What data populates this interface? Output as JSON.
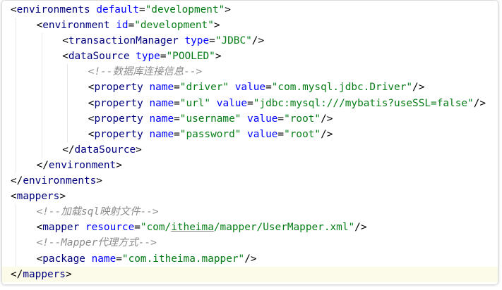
{
  "editor": {
    "language": "xml",
    "current_line": 18,
    "colors": {
      "tag": "#00007f",
      "attribute": "#0000ff",
      "value": "#067d17",
      "comment": "#8c8c8c",
      "current_line_bg": "#fcfae8"
    },
    "lines": [
      {
        "indent": 0,
        "tokens": [
          {
            "k": "p",
            "t": "<"
          },
          {
            "k": "t",
            "t": "environments"
          },
          {
            "k": "p",
            "t": " "
          },
          {
            "k": "a",
            "t": "default"
          },
          {
            "k": "p",
            "t": "="
          },
          {
            "k": "v",
            "t": "\"development\""
          },
          {
            "k": "p",
            "t": ">"
          }
        ]
      },
      {
        "indent": 1,
        "tokens": [
          {
            "k": "p",
            "t": "<"
          },
          {
            "k": "t",
            "t": "environment"
          },
          {
            "k": "p",
            "t": " "
          },
          {
            "k": "a",
            "t": "id"
          },
          {
            "k": "p",
            "t": "="
          },
          {
            "k": "v",
            "t": "\"development\""
          },
          {
            "k": "p",
            "t": ">"
          }
        ]
      },
      {
        "indent": 2,
        "tokens": [
          {
            "k": "p",
            "t": "<"
          },
          {
            "k": "t",
            "t": "transactionManager"
          },
          {
            "k": "p",
            "t": " "
          },
          {
            "k": "a",
            "t": "type"
          },
          {
            "k": "p",
            "t": "="
          },
          {
            "k": "v",
            "t": "\"JDBC\""
          },
          {
            "k": "p",
            "t": "/>"
          }
        ]
      },
      {
        "indent": 2,
        "tokens": [
          {
            "k": "p",
            "t": "<"
          },
          {
            "k": "t",
            "t": "dataSource"
          },
          {
            "k": "p",
            "t": " "
          },
          {
            "k": "a",
            "t": "type"
          },
          {
            "k": "p",
            "t": "="
          },
          {
            "k": "v",
            "t": "\"POOLED\""
          },
          {
            "k": "p",
            "t": ">"
          }
        ]
      },
      {
        "indent": 3,
        "tokens": [
          {
            "k": "c",
            "t": "<!--数据库连接信息-->"
          }
        ]
      },
      {
        "indent": 3,
        "tokens": [
          {
            "k": "p",
            "t": "<"
          },
          {
            "k": "t",
            "t": "property"
          },
          {
            "k": "p",
            "t": " "
          },
          {
            "k": "a",
            "t": "name"
          },
          {
            "k": "p",
            "t": "="
          },
          {
            "k": "v",
            "t": "\"driver\""
          },
          {
            "k": "p",
            "t": " "
          },
          {
            "k": "a",
            "t": "value"
          },
          {
            "k": "p",
            "t": "="
          },
          {
            "k": "v",
            "t": "\"com.mysql.jdbc.Driver\""
          },
          {
            "k": "p",
            "t": "/>"
          }
        ]
      },
      {
        "indent": 3,
        "tokens": [
          {
            "k": "p",
            "t": "<"
          },
          {
            "k": "t",
            "t": "property"
          },
          {
            "k": "p",
            "t": " "
          },
          {
            "k": "a",
            "t": "name"
          },
          {
            "k": "p",
            "t": "="
          },
          {
            "k": "v",
            "t": "\"url\""
          },
          {
            "k": "p",
            "t": " "
          },
          {
            "k": "a",
            "t": "value"
          },
          {
            "k": "p",
            "t": "="
          },
          {
            "k": "v",
            "t": "\"jdbc:mysql:///mybatis?useSSL=false\""
          },
          {
            "k": "p",
            "t": "/>"
          }
        ]
      },
      {
        "indent": 3,
        "tokens": [
          {
            "k": "p",
            "t": "<"
          },
          {
            "k": "t",
            "t": "property"
          },
          {
            "k": "p",
            "t": " "
          },
          {
            "k": "a",
            "t": "name"
          },
          {
            "k": "p",
            "t": "="
          },
          {
            "k": "v",
            "t": "\"username\""
          },
          {
            "k": "p",
            "t": " "
          },
          {
            "k": "a",
            "t": "value"
          },
          {
            "k": "p",
            "t": "="
          },
          {
            "k": "v",
            "t": "\"root\""
          },
          {
            "k": "p",
            "t": "/>"
          }
        ]
      },
      {
        "indent": 3,
        "tokens": [
          {
            "k": "p",
            "t": "<"
          },
          {
            "k": "t",
            "t": "property"
          },
          {
            "k": "p",
            "t": " "
          },
          {
            "k": "a",
            "t": "name"
          },
          {
            "k": "p",
            "t": "="
          },
          {
            "k": "v",
            "t": "\"password\""
          },
          {
            "k": "p",
            "t": " "
          },
          {
            "k": "a",
            "t": "value"
          },
          {
            "k": "p",
            "t": "="
          },
          {
            "k": "v",
            "t": "\"root\""
          },
          {
            "k": "p",
            "t": "/>"
          }
        ]
      },
      {
        "indent": 2,
        "tokens": [
          {
            "k": "p",
            "t": "</"
          },
          {
            "k": "t",
            "t": "dataSource"
          },
          {
            "k": "p",
            "t": ">"
          }
        ]
      },
      {
        "indent": 1,
        "tokens": [
          {
            "k": "p",
            "t": "</"
          },
          {
            "k": "t",
            "t": "environment"
          },
          {
            "k": "p",
            "t": ">"
          }
        ]
      },
      {
        "indent": 0,
        "tokens": [
          {
            "k": "p",
            "t": "</"
          },
          {
            "k": "t",
            "t": "environments"
          },
          {
            "k": "p",
            "t": ">"
          }
        ]
      },
      {
        "indent": 0,
        "tokens": [
          {
            "k": "p",
            "t": "<"
          },
          {
            "k": "t",
            "t": "mappers"
          },
          {
            "k": "p",
            "t": ">"
          }
        ]
      },
      {
        "indent": 1,
        "tokens": [
          {
            "k": "c",
            "t": "<!--加载sql映射文件-->"
          }
        ]
      },
      {
        "indent": 1,
        "tokens": [
          {
            "k": "p",
            "t": "<"
          },
          {
            "k": "t",
            "t": "mapper"
          },
          {
            "k": "p",
            "t": " "
          },
          {
            "k": "a",
            "t": "resource"
          },
          {
            "k": "p",
            "t": "="
          },
          {
            "k": "v",
            "t": "\"com/"
          },
          {
            "k": "vu",
            "t": "itheima"
          },
          {
            "k": "v",
            "t": "/mapper/UserMapper.xml\""
          },
          {
            "k": "p",
            "t": "/>"
          }
        ]
      },
      {
        "indent": 1,
        "tokens": [
          {
            "k": "c",
            "t": "<!--Mapper代理方式-->"
          }
        ]
      },
      {
        "indent": 1,
        "tokens": [
          {
            "k": "p",
            "t": "<"
          },
          {
            "k": "t",
            "t": "package"
          },
          {
            "k": "p",
            "t": " "
          },
          {
            "k": "a",
            "t": "name"
          },
          {
            "k": "p",
            "t": "="
          },
          {
            "k": "v",
            "t": "\"com.itheima.mapper\""
          },
          {
            "k": "p",
            "t": "/>"
          }
        ]
      },
      {
        "indent": 0,
        "tokens": [
          {
            "k": "p",
            "t": "</"
          },
          {
            "k": "t",
            "t": "mappers"
          },
          {
            "k": "p",
            "t": ">"
          }
        ]
      }
    ]
  }
}
